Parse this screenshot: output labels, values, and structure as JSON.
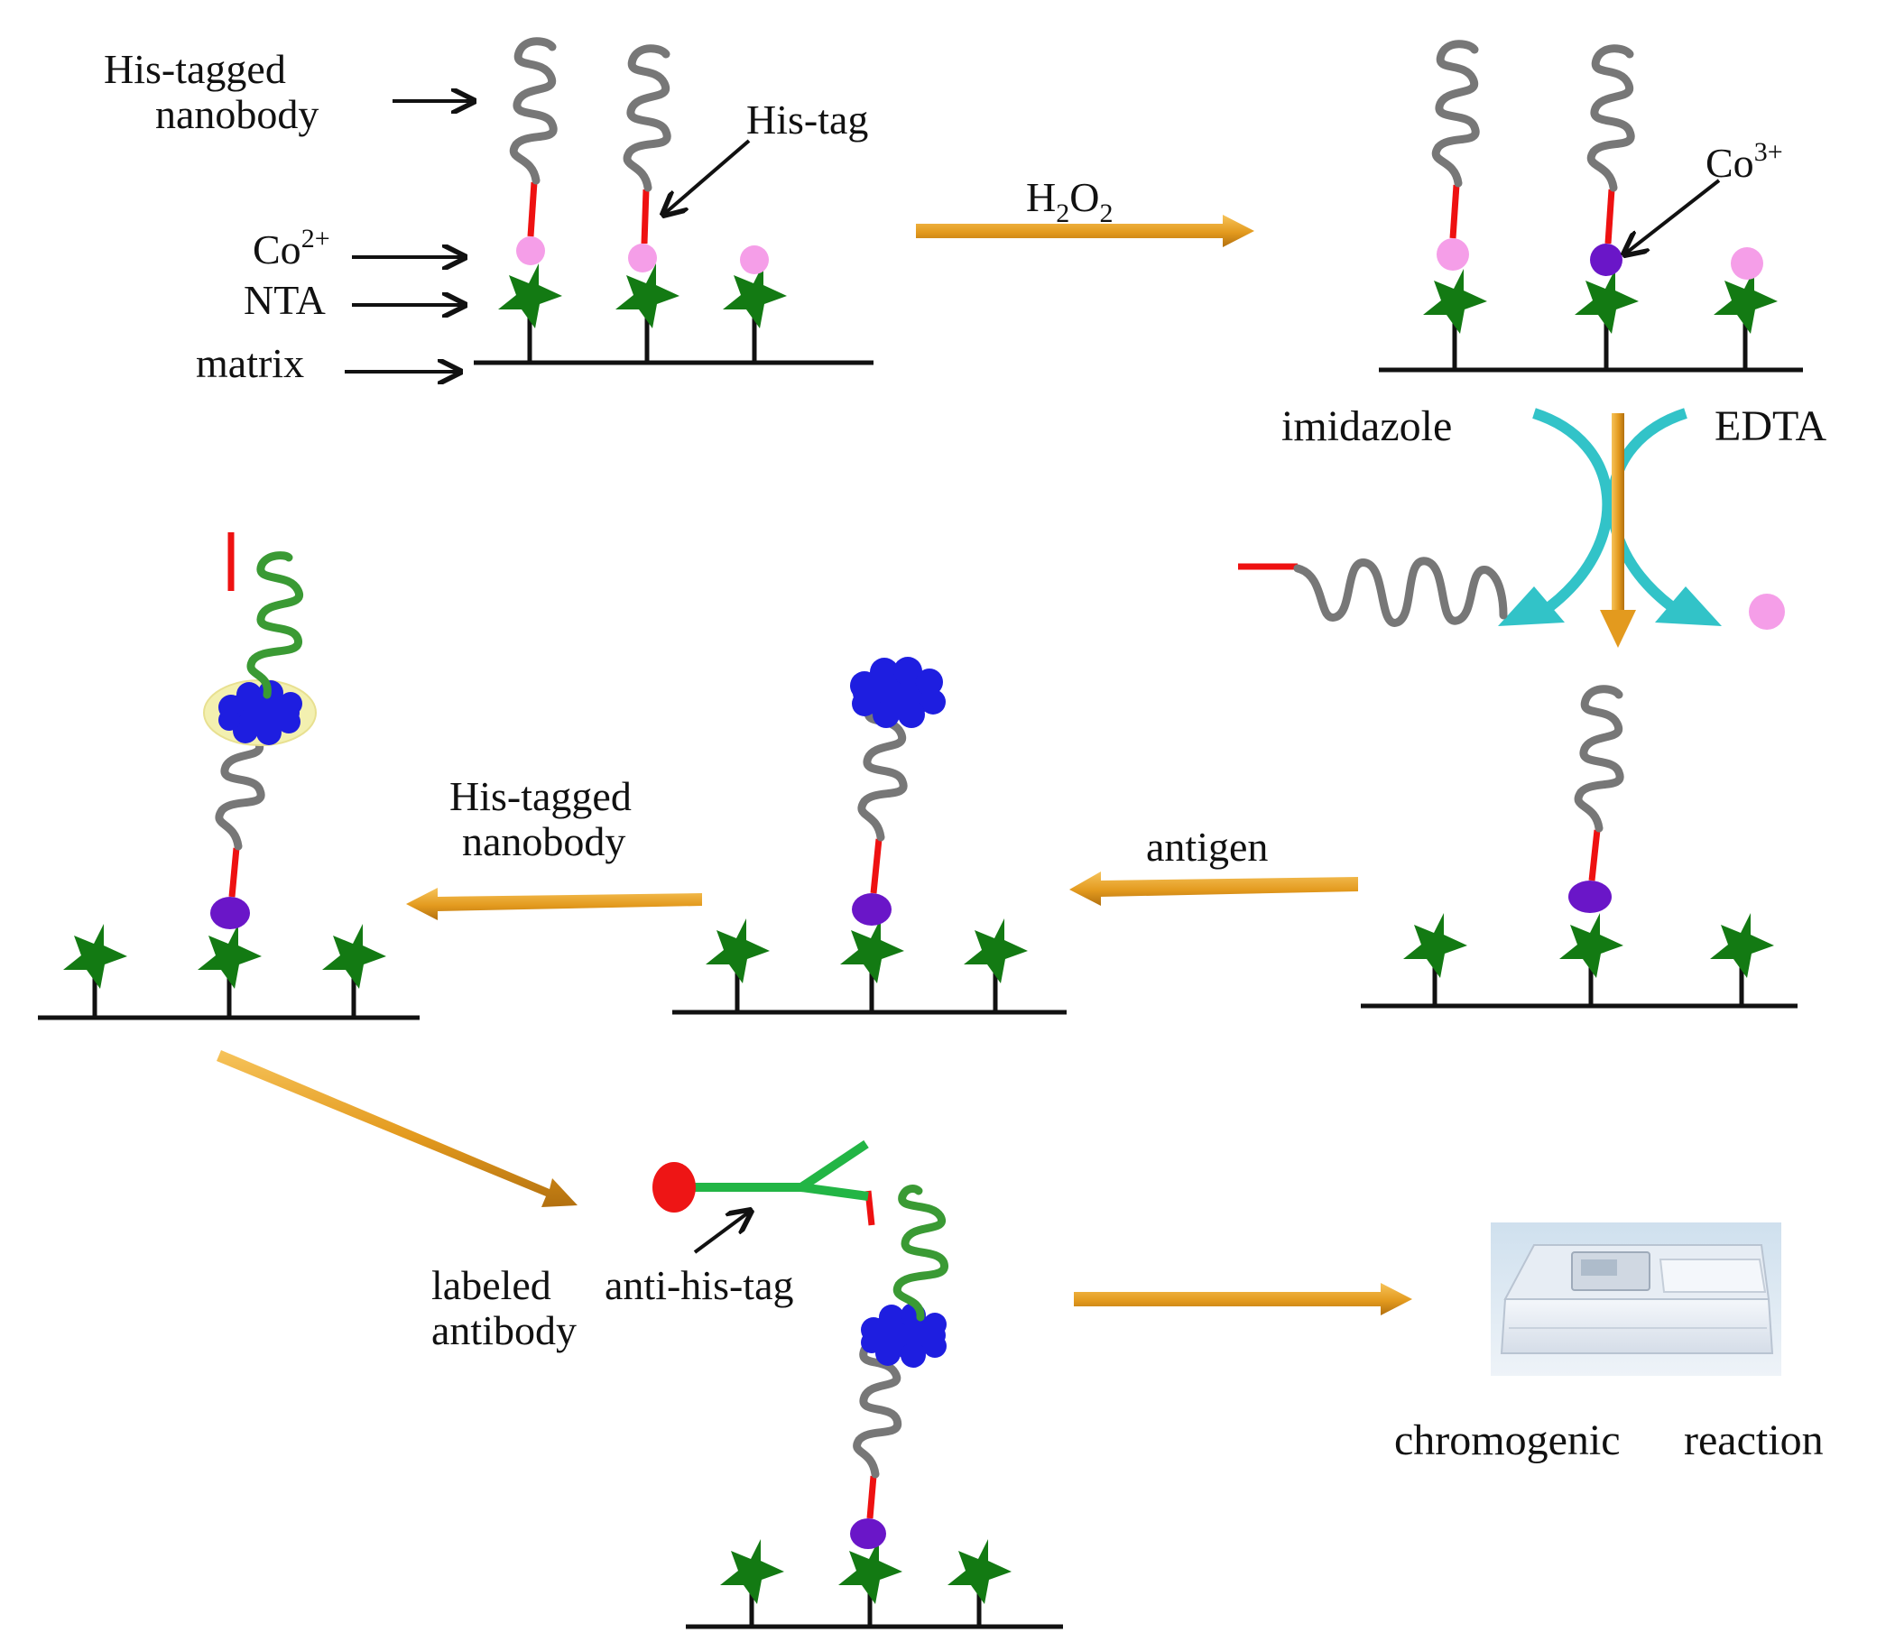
{
  "labels": {
    "his_tagged_nanobody_l1": "His-tagged",
    "his_tagged_nanobody_l2": "nanobody",
    "his_tag": "His-tag",
    "co2_base": "Co",
    "co2_sup": "2+",
    "nta": "NTA",
    "matrix": "matrix",
    "h2o2_h": "H",
    "h2o2_sub1": "2",
    "h2o2_o": "O",
    "h2o2_sub2": "2",
    "co3_base": "Co",
    "co3_sup": "3+",
    "imidazole": "imidazole",
    "edta": "EDTA",
    "antigen": "antigen",
    "step_his_tagged_l1": "His-tagged",
    "step_his_tagged_l2": "nanobody",
    "labeled_l1": "labeled",
    "labeled_l2": "anti-his-tag",
    "labeled_l3": "antibody",
    "chromogenic": "chromogenic",
    "reaction": "reaction"
  },
  "colors": {
    "arrow": "#e9a020",
    "arrow_dark": "#a86a10",
    "teal": "#32c3c8",
    "red": "#ee1111",
    "pink": "#f59ee8",
    "purple": "#6a16c8",
    "green_star": "#137a13",
    "green_spring": "#3a9a34",
    "gray_spring": "#777777",
    "antigen_blue": "#1e1ee0",
    "antibody_green": "#22b545",
    "label_red": "#ee1515",
    "glow": "#f3f0b0"
  },
  "icons": {
    "plate_reader": "microplate-reader-icon"
  }
}
